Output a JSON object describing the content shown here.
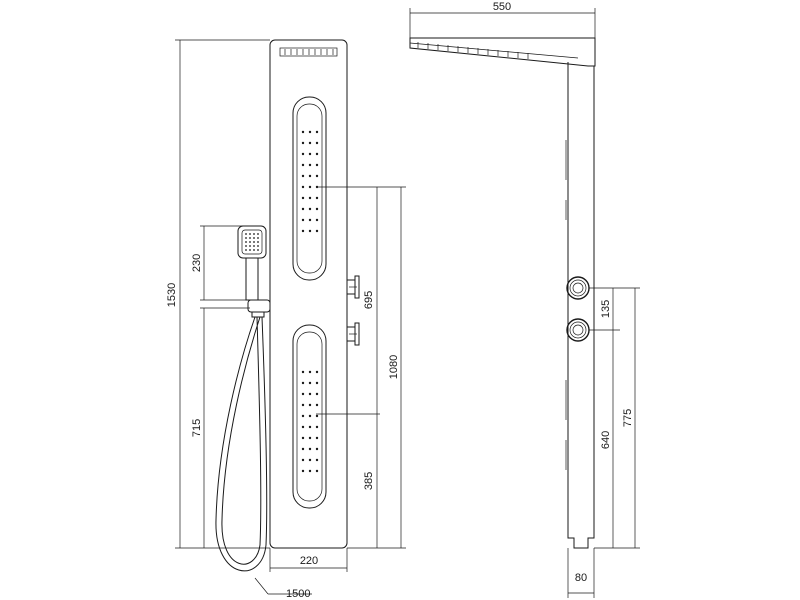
{
  "diagram": {
    "dimensions": {
      "total_height": "1530",
      "hand_shower_height": "230",
      "holder_to_floor": "715",
      "panel_width": "220",
      "hose_length": "1500",
      "valve_to_lower_jets": "695",
      "upper_jets_to_floor": "1080",
      "lower_jets_to_floor": "385",
      "head_projection": "550",
      "knob_spacing": "135",
      "lower_knob_to_floor": "640",
      "upper_knob_to_floor": "775",
      "side_depth": "80"
    }
  }
}
